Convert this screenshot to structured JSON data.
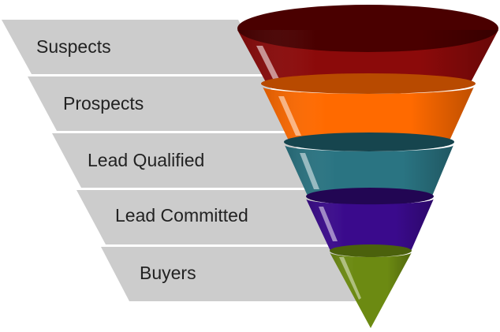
{
  "diagram": {
    "type": "sales-funnel",
    "stages": [
      {
        "label": "Suspects",
        "color": "#8b0a0a",
        "rim": "#4a0000"
      },
      {
        "label": "Prospects",
        "color": "#ff6a00",
        "rim": "#b84a00"
      },
      {
        "label": "Lead Qualified",
        "color": "#2a7482",
        "rim": "#16454e"
      },
      {
        "label": "Lead Committed",
        "color": "#3a0a8c",
        "rim": "#220653"
      },
      {
        "label": "Buyers",
        "color": "#6c8a12",
        "rim": "#4b610c"
      }
    ],
    "band_color": "#cccccc"
  }
}
